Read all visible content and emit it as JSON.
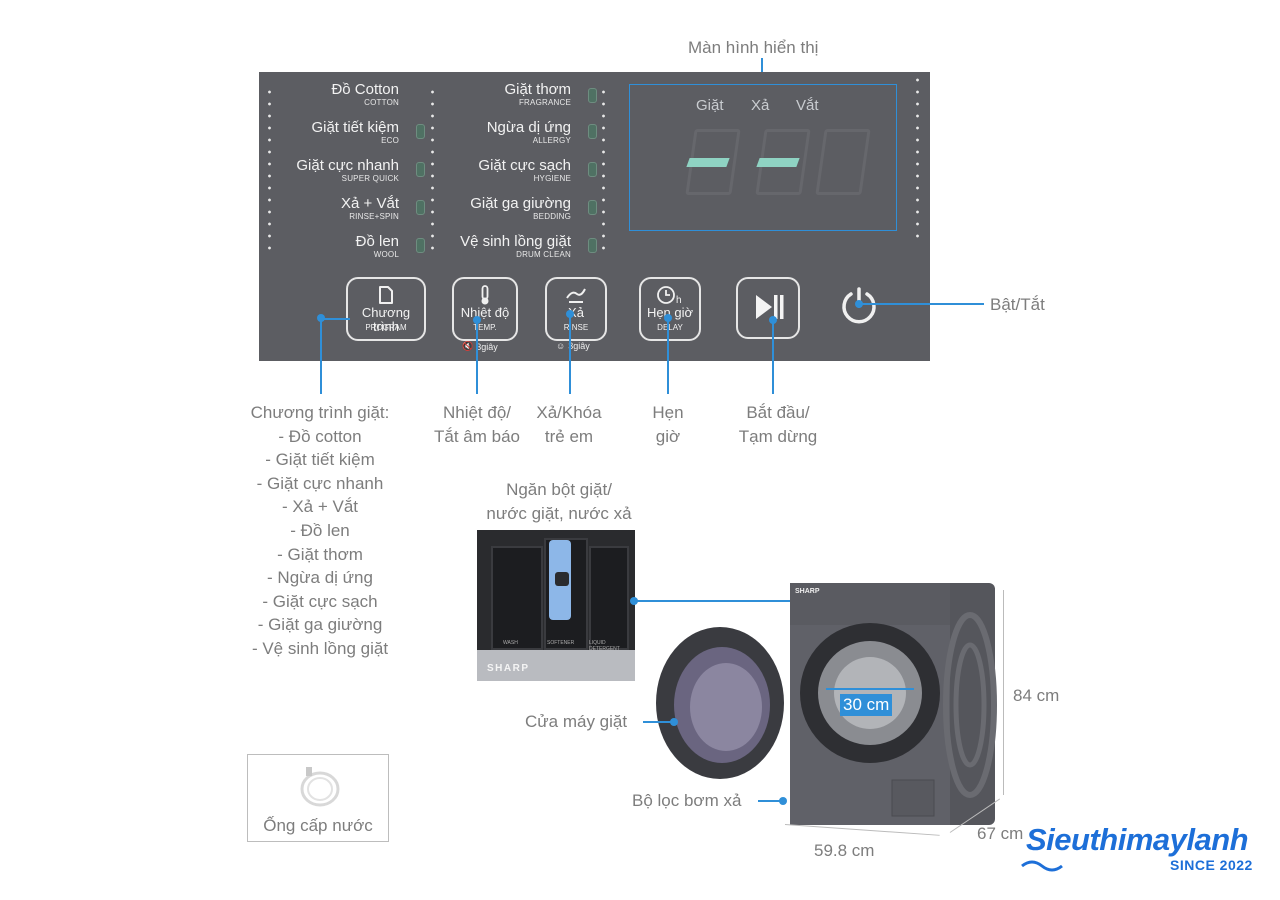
{
  "display_label": "Màn hình hiển thị",
  "display_modes": [
    "Giặt",
    "Xả",
    "Vắt"
  ],
  "programs_left": [
    {
      "vn": "Đồ Cotton",
      "en": "COTTON"
    },
    {
      "vn": "Giặt tiết kiệm",
      "en": "ECO"
    },
    {
      "vn": "Giặt cực nhanh",
      "en": "SUPER QUICK"
    },
    {
      "vn": "Xả + Vắt",
      "en": "RINSE+SPIN"
    },
    {
      "vn": "Đồ len",
      "en": "WOOL"
    }
  ],
  "programs_right": [
    {
      "vn": "Giặt thơm",
      "en": "FRAGRANCE"
    },
    {
      "vn": "Ngừa dị ứng",
      "en": "ALLERGY"
    },
    {
      "vn": "Giặt cực sạch",
      "en": "HYGIENE"
    },
    {
      "vn": "Giặt ga giường",
      "en": "BEDDING"
    },
    {
      "vn": "Vệ sinh lồng giặt",
      "en": "DRUM CLEAN"
    }
  ],
  "buttons": {
    "program": {
      "vn": "Chương trình",
      "en": "PROGRAM"
    },
    "temp": {
      "vn": "Nhiệt độ",
      "en": "TEMP.",
      "sub": "3giây"
    },
    "rinse": {
      "vn": "Xả",
      "en": "RINSE",
      "sub": "3giây"
    },
    "delay": {
      "vn": "Hẹn giờ",
      "en": "DELAY"
    }
  },
  "callouts": {
    "power": "Bật/Tắt",
    "program_title": "Chương trình giặt:",
    "program_list": [
      "- Đồ cotton",
      "- Giặt tiết kiệm",
      "- Giặt cực nhanh",
      "- Xả + Vắt",
      "- Đồ len",
      "- Giặt thơm",
      "- Ngừa dị ứng",
      "- Giặt cực sạch",
      "- Giặt ga giường",
      "- Vệ sinh lồng giặt"
    ],
    "temp_line1": "Nhiệt độ/",
    "temp_line2": "Tắt âm báo",
    "rinse_line1": "Xả/Khóa",
    "rinse_line2": "trẻ em",
    "delay_line1": "Hẹn",
    "delay_line2": "giờ",
    "start_line1": "Bắt đầu/",
    "start_line2": "Tạm dừng",
    "drawer_line1": "Ngăn bột giặt/",
    "drawer_line2": "nước giặt, nước xả",
    "door": "Cửa máy giặt",
    "filter": "Bộ lọc bơm xả",
    "hose": "Ống cấp nước"
  },
  "dimensions": {
    "height": "84 cm",
    "width": "59.8 cm",
    "depth": "67 cm",
    "door": "30 cm"
  },
  "brand": {
    "panel_logo": "SHARP",
    "drawer_logo": "SHARP"
  },
  "drawer_labels": [
    "WASH",
    "SOFTENER",
    "LIQUID DETERGENT"
  ],
  "watermark": {
    "name": "Sieuthimaylanh",
    "since": "SINCE 2022"
  },
  "colors": {
    "accent": "#2f8fd8",
    "panel": "#5c5d62",
    "display_segment": "#8fd3c3",
    "watermark": "#1d6fd8"
  }
}
